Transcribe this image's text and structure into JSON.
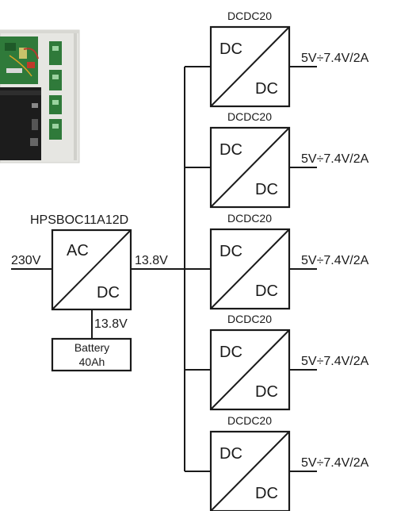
{
  "psu": {
    "title": "HPSBOC11A12D",
    "input_label": "AC",
    "output_label": "DC",
    "input_voltage": "230V",
    "output_voltage": "13.8V",
    "battery_voltage": "13.8V"
  },
  "battery": {
    "line1": "Battery",
    "line2": "40Ah"
  },
  "converters": [
    {
      "title": "DCDC20",
      "input_label": "DC",
      "output_label": "DC",
      "output_voltage": "5V÷7.4V/2A"
    },
    {
      "title": "DCDC20",
      "input_label": "DC",
      "output_label": "DC",
      "output_voltage": "5V÷7.4V/2A"
    },
    {
      "title": "DCDC20",
      "input_label": "DC",
      "output_label": "DC",
      "output_voltage": "5V÷7.4V/2A"
    },
    {
      "title": "DCDC20",
      "input_label": "DC",
      "output_label": "DC",
      "output_voltage": "5V÷7.4V/2A"
    },
    {
      "title": "DCDC20",
      "input_label": "DC",
      "output_label": "DC",
      "output_voltage": "5V÷7.4V/2A"
    }
  ],
  "photo": {
    "icon": "enclosure-photo-icon",
    "background_color": "#e6e6e2",
    "board_color": "#2f7a3a",
    "battery_color": "#1c1c1c"
  }
}
